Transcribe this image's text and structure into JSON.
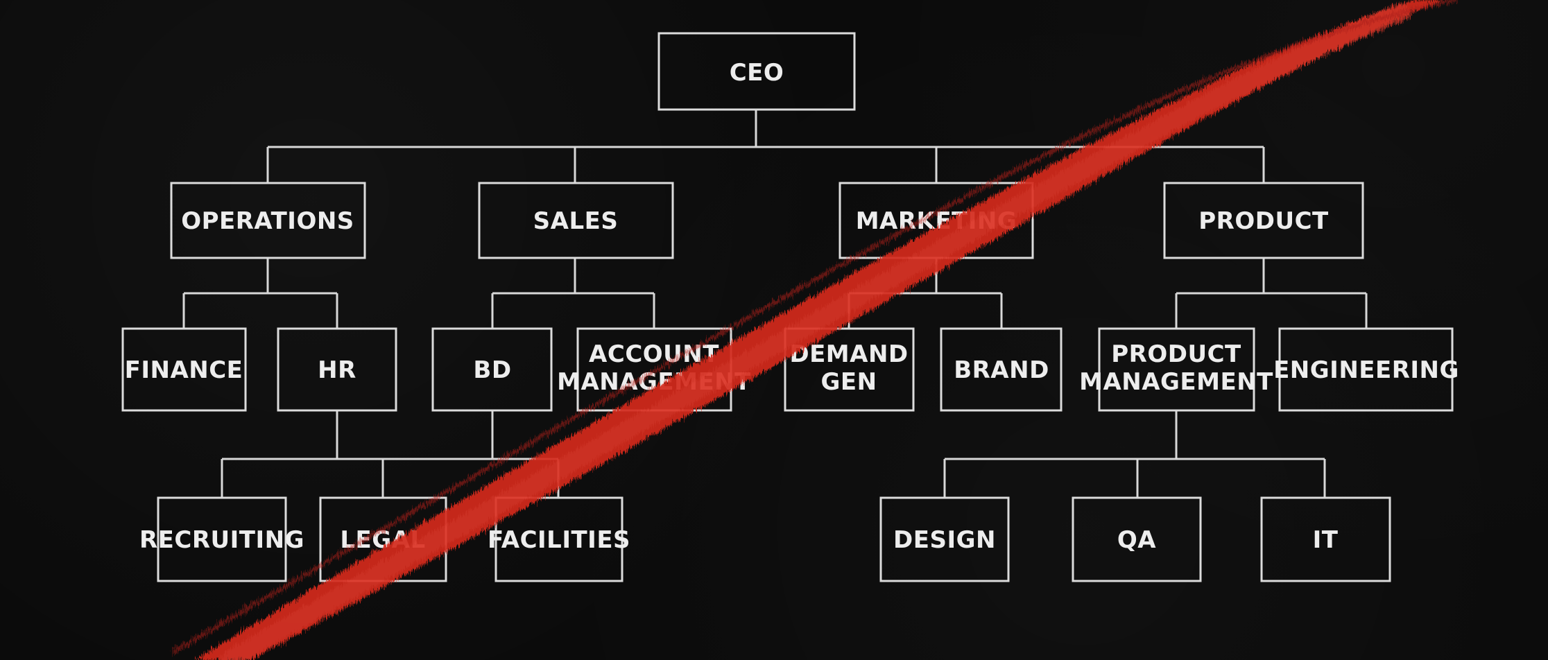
{
  "org_chart": {
    "ceo": "CEO",
    "departments": {
      "operations": "OPERATIONS",
      "sales": "SALES",
      "marketing": "MARKETING",
      "product": "PRODUCT"
    },
    "teams": {
      "finance": "FINANCE",
      "hr": "HR",
      "bd": "BD",
      "account_management": [
        "ACCOUNT",
        "MANAGEMENT"
      ],
      "demand_gen": [
        "DEMAND",
        "GEN"
      ],
      "brand": "BRAND",
      "product_management": [
        "PRODUCT",
        "MANAGEMENT"
      ],
      "engineering": "ENGINEERING"
    },
    "subteams": {
      "recruiting": "RECRUITING",
      "legal": "LEGAL",
      "facilities": "FACILITIES",
      "design": "DESIGN",
      "qa": "QA",
      "it": "IT"
    }
  },
  "colors": {
    "background": "#0b0b0b",
    "box_stroke": "#dcdcdc",
    "text": "#ededed",
    "slash": "#d42a1f"
  }
}
